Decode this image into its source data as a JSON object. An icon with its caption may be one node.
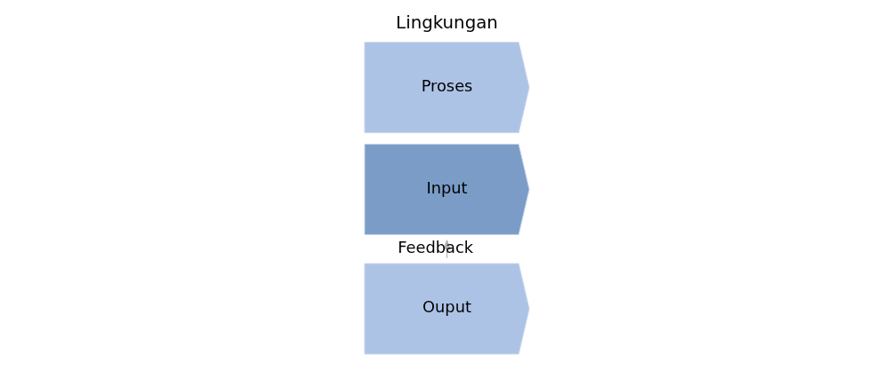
{
  "diagram": {
    "title": "Lingkungan",
    "nodes": [
      {
        "text": [
          "Input"
        ]
      },
      {
        "text": [
          "Proses"
        ]
      },
      {
        "text": [
          "Ouput"
        ]
      }
    ],
    "edges": [
      {
        "from": 2,
        "to": 0,
        "arrow": "to",
        "label": "Feedback"
      }
    ]
  }
}
